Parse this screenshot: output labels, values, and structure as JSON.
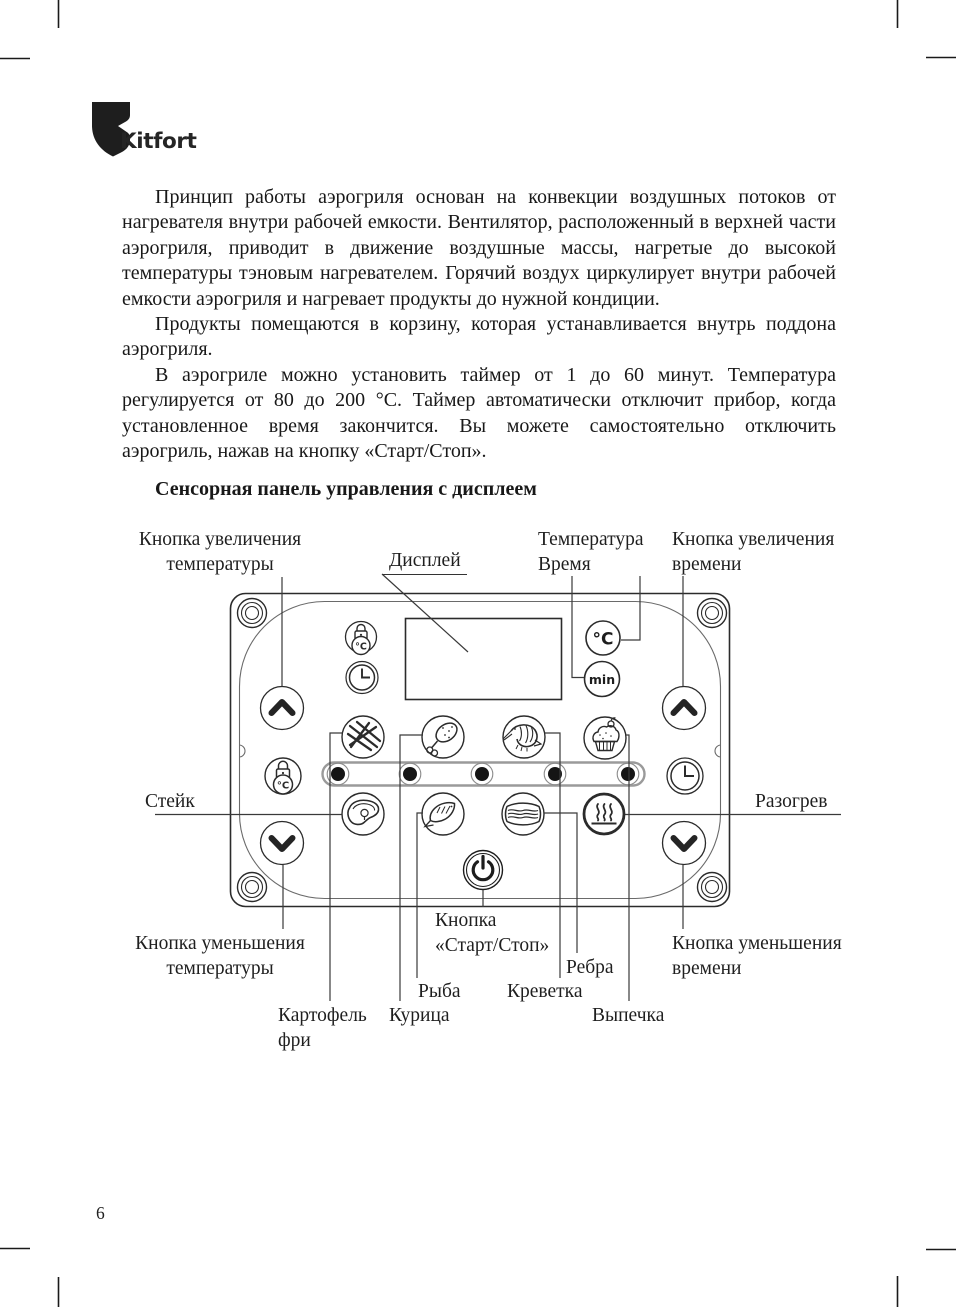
{
  "brand": "Kitfort",
  "page_number": "6",
  "body": {
    "p1": "Принцип работы аэрогриля основан на конвекции воздушных потоков от нагревателя внутри рабочей емкости. Вентилятор, расположенный в верхней части аэрогриля, приводит в движение воздушные массы, нагретые до высокой температуры тэновым нагревателем. Горячий воздух циркулирует внутри рабочей емкости аэрогриля и нагревает продукты до нужной кондиции.",
    "p2": "Продукты помещаются в корзину, которая устанавливается внутрь поддона аэрогриля.",
    "p3": "В аэрогриле можно установить таймер от 1 до 60 минут. Температура регулируется от 80 до 200 °С. Таймер автоматически отключит прибор, когда установленное время закончится. Вы можете самостоятельно отключить аэрогриль, нажав на кнопку «Старт/Стоп».",
    "heading": "Сенсорная панель управления с дисплеем"
  },
  "labels": {
    "temp_up_1": "Кнопка увеличения",
    "temp_up_2": "температуры",
    "display": "Дисплей",
    "temperature": "Температура",
    "time": "Время",
    "time_up_1": "Кнопка увеличения",
    "time_up_2": "времени",
    "steak": "Стейк",
    "reheat": "Разогрев",
    "temp_down_1": "Кнопка уменьшения",
    "temp_down_2": "температуры",
    "start_stop_1": "Кнопка",
    "start_stop_2": "«Старт/Стоп»",
    "ribs": "Ребра",
    "time_down_1": "Кнопка уменьшения",
    "time_down_2": "времени",
    "fish": "Рыба",
    "shrimp": "Креветка",
    "fries_1": "Картофель",
    "fries_2": "фри",
    "chicken": "Курица",
    "bake": "Выпечка"
  },
  "panel": {
    "celsius": "°C",
    "minutes": "min",
    "celsius_small": "°C"
  }
}
